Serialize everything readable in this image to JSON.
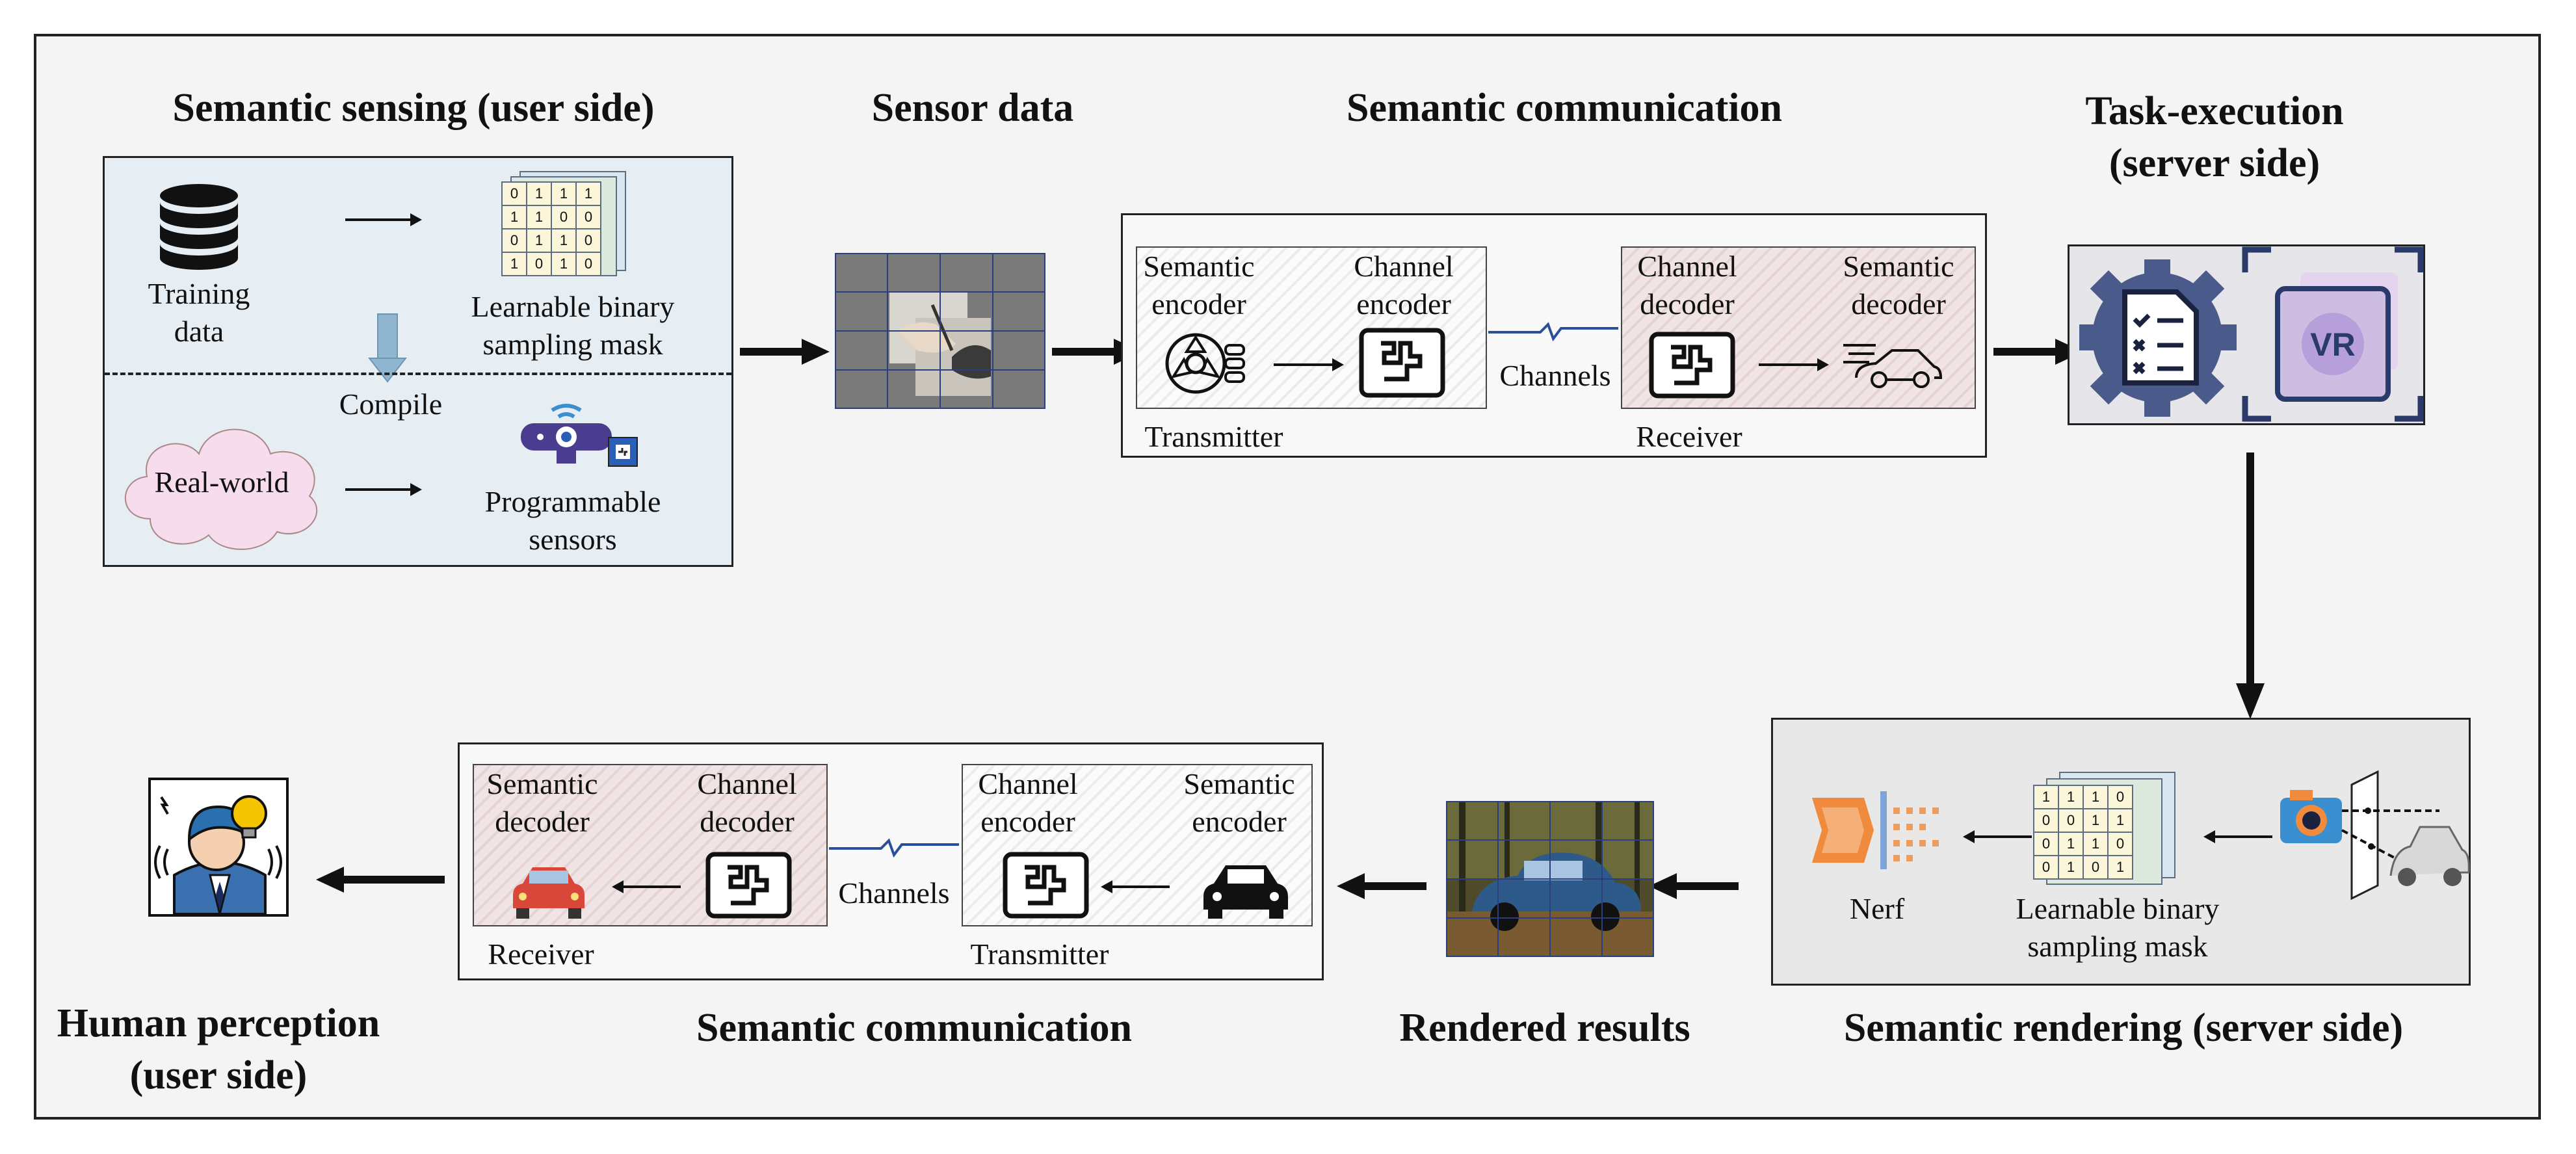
{
  "titles": {
    "semantic_sensing": "Semantic sensing (user side)",
    "sensor_data": "Sensor data",
    "semantic_comm_top": "Semantic communication",
    "task_execution_l1": "Task-execution",
    "task_execution_l2": "(server side)",
    "human_perception_l1": "Human perception",
    "human_perception_l2": "(user side)",
    "semantic_comm_bottom": "Semantic communication",
    "rendered_results": "Rendered results",
    "semantic_rendering": "Semantic rendering (server side)"
  },
  "sensing": {
    "training_data_l1": "Training",
    "training_data_l2": "data",
    "mask_l1": "Learnable binary",
    "mask_l2": "sampling mask",
    "compile": "Compile",
    "real_world": "Real-world",
    "sensors_l1": "Programmable",
    "sensors_l2": "sensors",
    "mask_values": [
      [
        "0",
        "1",
        "1",
        "1"
      ],
      [
        "1",
        "1",
        "0",
        "0"
      ],
      [
        "0",
        "1",
        "1",
        "0"
      ],
      [
        "1",
        "0",
        "1",
        "0"
      ]
    ]
  },
  "comm_top": {
    "sem_encoder_l1": "Semantic",
    "sem_encoder_l2": "encoder",
    "ch_encoder_l1": "Channel",
    "ch_encoder_l2": "encoder",
    "channels": "Channels",
    "ch_decoder_l1": "Channel",
    "ch_decoder_l2": "decoder",
    "sem_decoder_l1": "Semantic",
    "sem_decoder_l2": "decoder",
    "transmitter": "Transmitter",
    "receiver": "Receiver"
  },
  "comm_bottom": {
    "sem_decoder_l1": "Semantic",
    "sem_decoder_l2": "decoder",
    "ch_decoder_l1": "Channel",
    "ch_decoder_l2": "decoder",
    "channels": "Channels",
    "ch_encoder_l1": "Channel",
    "ch_encoder_l2": "encoder",
    "sem_encoder_l1": "Semantic",
    "sem_encoder_l2": "encoder",
    "receiver": "Receiver",
    "transmitter": "Transmitter"
  },
  "rendering": {
    "nerf": "Nerf",
    "mask_l1": "Learnable binary",
    "mask_l2": "sampling mask",
    "mask_values": [
      [
        "1",
        "1",
        "1",
        "0"
      ],
      [
        "0",
        "0",
        "1",
        "1"
      ],
      [
        "0",
        "1",
        "1",
        "0"
      ],
      [
        "0",
        "1",
        "0",
        "1"
      ]
    ]
  },
  "vr_badge": "VR",
  "colors": {
    "frame_bg": "#f3f4f3",
    "sensing_box_bg": "#e7eef3",
    "render_box_bg": "#e8e8e8",
    "gear": "#4a5a8a",
    "vr": "#2a3a6a",
    "cloud": "#f6dcec",
    "car_red": "#d9463a",
    "nerf_orange": "#f08a3c",
    "nerf_blue": "#7ea3d6"
  }
}
